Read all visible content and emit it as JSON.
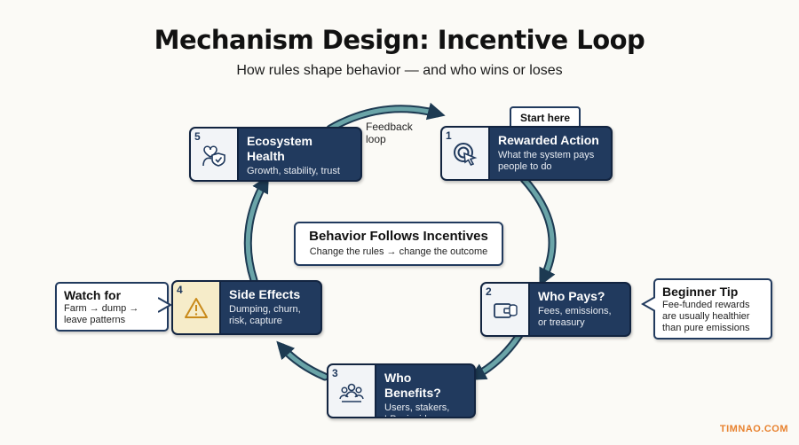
{
  "title": "Mechanism Design: Incentive Loop",
  "subtitle": "How rules shape behavior — and who wins or loses",
  "feedback_label": "Feedback\nloop",
  "start_tag": "Start here",
  "center": {
    "title": "Behavior Follows Incentives",
    "subtitle": "Change the rules → change the outcome"
  },
  "steps": [
    {
      "number": "1",
      "title": "Rewarded Action",
      "description": "What the system pays\npeople to do",
      "icon": "cursor-target-icon"
    },
    {
      "number": "2",
      "title": "Who Pays?",
      "description": "Fees, emissions,\nor treasury",
      "icon": "wallet-coins-icon"
    },
    {
      "number": "3",
      "title": "Who Benefits?",
      "description": "Users, stakers,\nLPs, insiders",
      "icon": "people-group-icon"
    },
    {
      "number": "4",
      "title": "Side Effects",
      "description": "Dumping, churn,\nrisk, capture",
      "icon": "warning-icon"
    },
    {
      "number": "5",
      "title": "Ecosystem Health",
      "description": "Growth, stability, trust",
      "icon": "heart-shield-icon"
    }
  ],
  "callouts": {
    "watch": {
      "title": "Watch for",
      "body": "Farm → dump →\nleave patterns"
    },
    "tip": {
      "title": "Beginner Tip",
      "body": "Fee-funded rewards\nare usually healthier\nthan pure emissions"
    }
  },
  "brand": "TIMNAO.COM",
  "colors": {
    "navy": "#213a5e",
    "arrow": "#5e9aa0",
    "brand": "#e8822f",
    "warn_bg": "#f6ecc9"
  }
}
